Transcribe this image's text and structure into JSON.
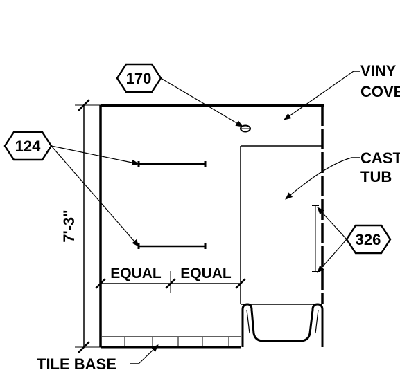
{
  "tags": {
    "tag_170": "170",
    "tag_124": "124",
    "tag_326": "326"
  },
  "labels": {
    "vinyl_line1": "VINY",
    "vinyl_line2": "COVE",
    "cast_line1": "CAST",
    "cast_line2": "TUB",
    "tile_base": "TILE BASE"
  },
  "dimensions": {
    "height": "7'-3\"",
    "equal_left": "EQUAL",
    "equal_right": "EQUAL"
  }
}
